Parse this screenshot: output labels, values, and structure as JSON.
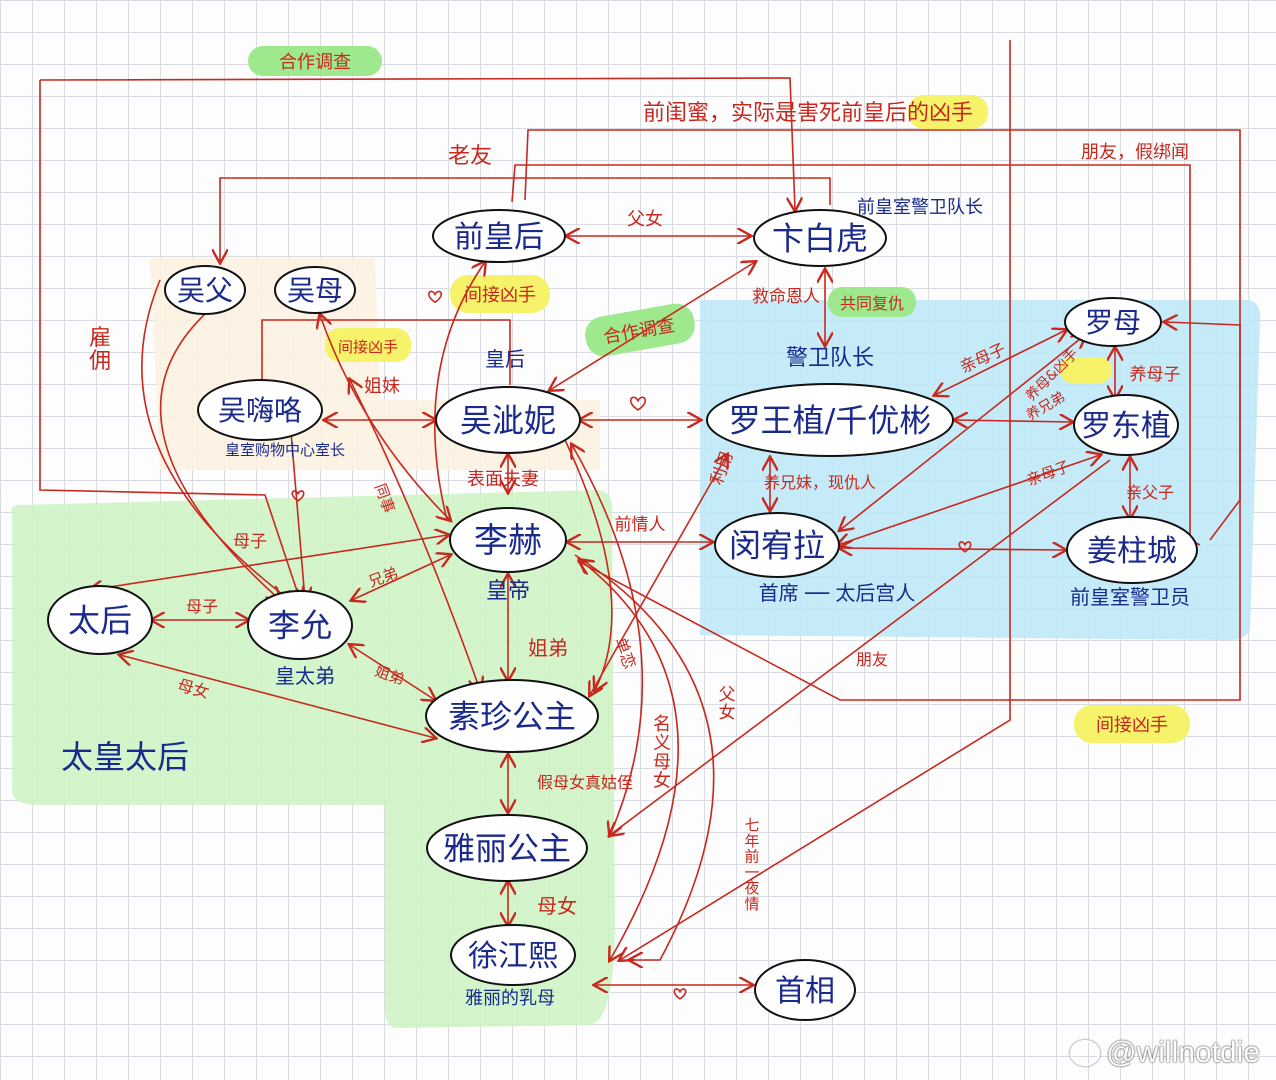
{
  "nodes": [
    {
      "id": "qianhuanghou",
      "text": "前皇后"
    },
    {
      "id": "bianbaihu",
      "text": "卞白虎"
    },
    {
      "id": "wufu",
      "text": "吴父"
    },
    {
      "id": "wumu",
      "text": "吴母"
    },
    {
      "id": "wuhaige",
      "text": "吴嗨咯"
    },
    {
      "id": "wusanni",
      "text": "吴泚妮"
    },
    {
      "id": "luowangzhi",
      "text": "罗王植/千优彬"
    },
    {
      "id": "luomu",
      "text": "罗母"
    },
    {
      "id": "luodongzhi",
      "text": "罗东植"
    },
    {
      "id": "lihe",
      "text": "李赫"
    },
    {
      "id": "minyoula",
      "text": "闵宥拉"
    },
    {
      "id": "jiangzhucheng",
      "text": "姜柱城"
    },
    {
      "id": "taihou",
      "text": "太后"
    },
    {
      "id": "liyun",
      "text": "李允"
    },
    {
      "id": "suzhen",
      "text": "素珍公主"
    },
    {
      "id": "yali",
      "text": "雅丽公主"
    },
    {
      "id": "xujiangxi",
      "text": "徐江熙"
    },
    {
      "id": "shouxiang",
      "text": "首相"
    }
  ],
  "free_text": {
    "taihuangtaihou": "太皇太后",
    "qianhuangshi_jingweiduizhang": "前皇室警卫队长",
    "jingweiduizhang": "警卫队长",
    "huanghou": "皇后",
    "huangshi_gouwu": "皇室购物中心室长",
    "huangdi": "皇帝",
    "huangtaidi": "皇太弟",
    "shouxi": "首席 ── 太后宫人",
    "qianhuangshi_jingweiyuan": "前皇室警卫员",
    "yali_rumu": "雅丽的乳母"
  },
  "edge_labels": {
    "hezuo_top": "合作调查",
    "qianguimi": "前闺蜜，实际是害死前皇后的凶手",
    "laoyou": "老友",
    "pengyou_jiabangjia": "朋友，假绑闻",
    "funv": "父女",
    "jiujie_enren": "救命恩人",
    "gongtong_fuchou": "共同复仇",
    "jianjie_xiongshou_1": "间接凶手",
    "jianjie_xiongshou_2": "间接凶手",
    "jianjie_xiongshou_3": "间接凶手",
    "hezuo_mid": "合作调查",
    "guyong": "雇佣",
    "jiemei": "姐妹",
    "qinmuzi_1": "亲母子",
    "yangmuzi_xiongshou": "养母&凶手",
    "yangmuzi_1": "养母子",
    "yangxiongdi": "养兄弟",
    "qinmuzi_2": "亲母子",
    "qinfuzi": "亲父子",
    "biaomian_fuqi": "表面夫妻",
    "liyong": "利用",
    "yangxiongmei": "养兄妹，现仇人",
    "qianqingren": "前情人",
    "muzi_1": "母子",
    "muzi_2": "母子",
    "tongshi": "同事",
    "xiongdi": "兄弟",
    "jiedi_1": "姐弟",
    "jiedi_2": "姐弟",
    "danlian": "单恋",
    "munv_1": "母女",
    "mingyi_munv": "名义母女",
    "funv_2": "父女",
    "qinian_yiye": "七年前一夜情",
    "pengyou": "朋友",
    "jia_munv": "假母女真姑侄",
    "munv_2": "母女"
  },
  "watermark": "@willnotdie",
  "colors": {
    "line": "#c8281e",
    "node_text": "#1a2a8c",
    "region_blue": "#bfe8f7",
    "region_green": "#cdf2c2",
    "region_beige": "#fbf1df",
    "highlight_yellow": "#f6f36a",
    "highlight_green": "#9ee88d"
  }
}
